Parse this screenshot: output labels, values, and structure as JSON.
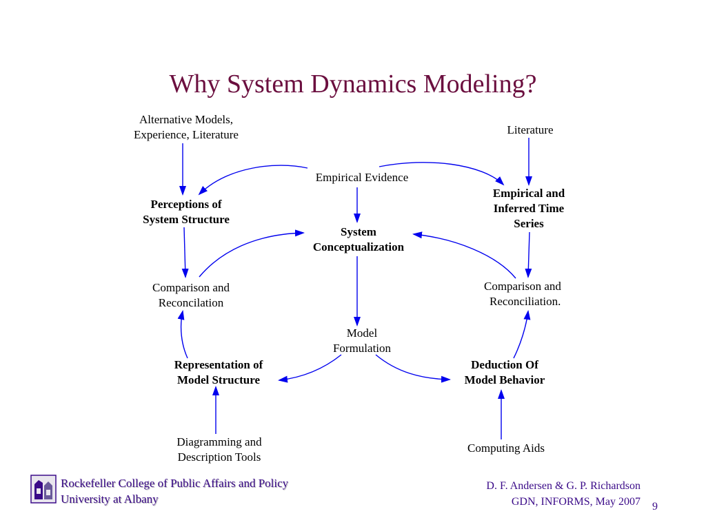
{
  "title": "Why System Dynamics Modeling?",
  "nodes": {
    "alt_models": [
      "Alternative Models,",
      "Experience, Literature"
    ],
    "literature": [
      "Literature"
    ],
    "empirical_evidence": [
      "Empirical Evidence"
    ],
    "perceptions": [
      "Perceptions of",
      "System Structure"
    ],
    "time_series": [
      "Empirical and",
      "Inferred Time",
      "Series"
    ],
    "system_conceptualization": [
      "System",
      "Conceptualization"
    ],
    "comparison_left": [
      "Comparison and",
      "Reconcilation"
    ],
    "comparison_right": [
      "Comparison and",
      "Reconciliation."
    ],
    "model_formulation": [
      "Model",
      "Formulation"
    ],
    "representation": [
      "Representation of",
      "Model Structure"
    ],
    "deduction": [
      "Deduction Of",
      "Model Behavior"
    ],
    "diagramming": [
      "Diagramming and",
      "Description Tools"
    ],
    "computing": [
      "Computing Aids"
    ]
  },
  "footer": {
    "institution_line1": "Rockefeller College of Public Affairs and Policy",
    "institution_line2": "University at Albany",
    "authors": "D. F. Andersen & G. P. Richardson",
    "venue": "GDN, INFORMS, May 2007",
    "page_number": "9"
  },
  "colors": {
    "title": "#6b0f3f",
    "arrow": "#0000ee",
    "footer_text": "#3a0a88"
  },
  "logo_icon": "college-seal-icon"
}
